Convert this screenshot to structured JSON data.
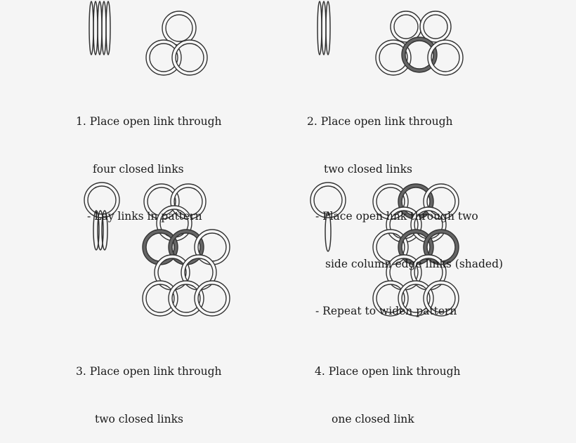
{
  "steps": [
    {
      "lines": [
        "1. Place open link through",
        "four closed links",
        "- Lay links in pattern"
      ]
    },
    {
      "lines": [
        "2. Place open link through",
        "two closed links",
        "- Place open link through two",
        "side column edge links (shaded)",
        "- Repeat to widen pattern"
      ]
    },
    {
      "lines": [
        "3. Place open link through",
        "two closed links"
      ]
    },
    {
      "lines": [
        "4. Place open link through",
        "one closed link"
      ]
    }
  ],
  "colors": {
    "background": "#f5f5f5",
    "ink": "#333333",
    "shaded": "#666666"
  }
}
